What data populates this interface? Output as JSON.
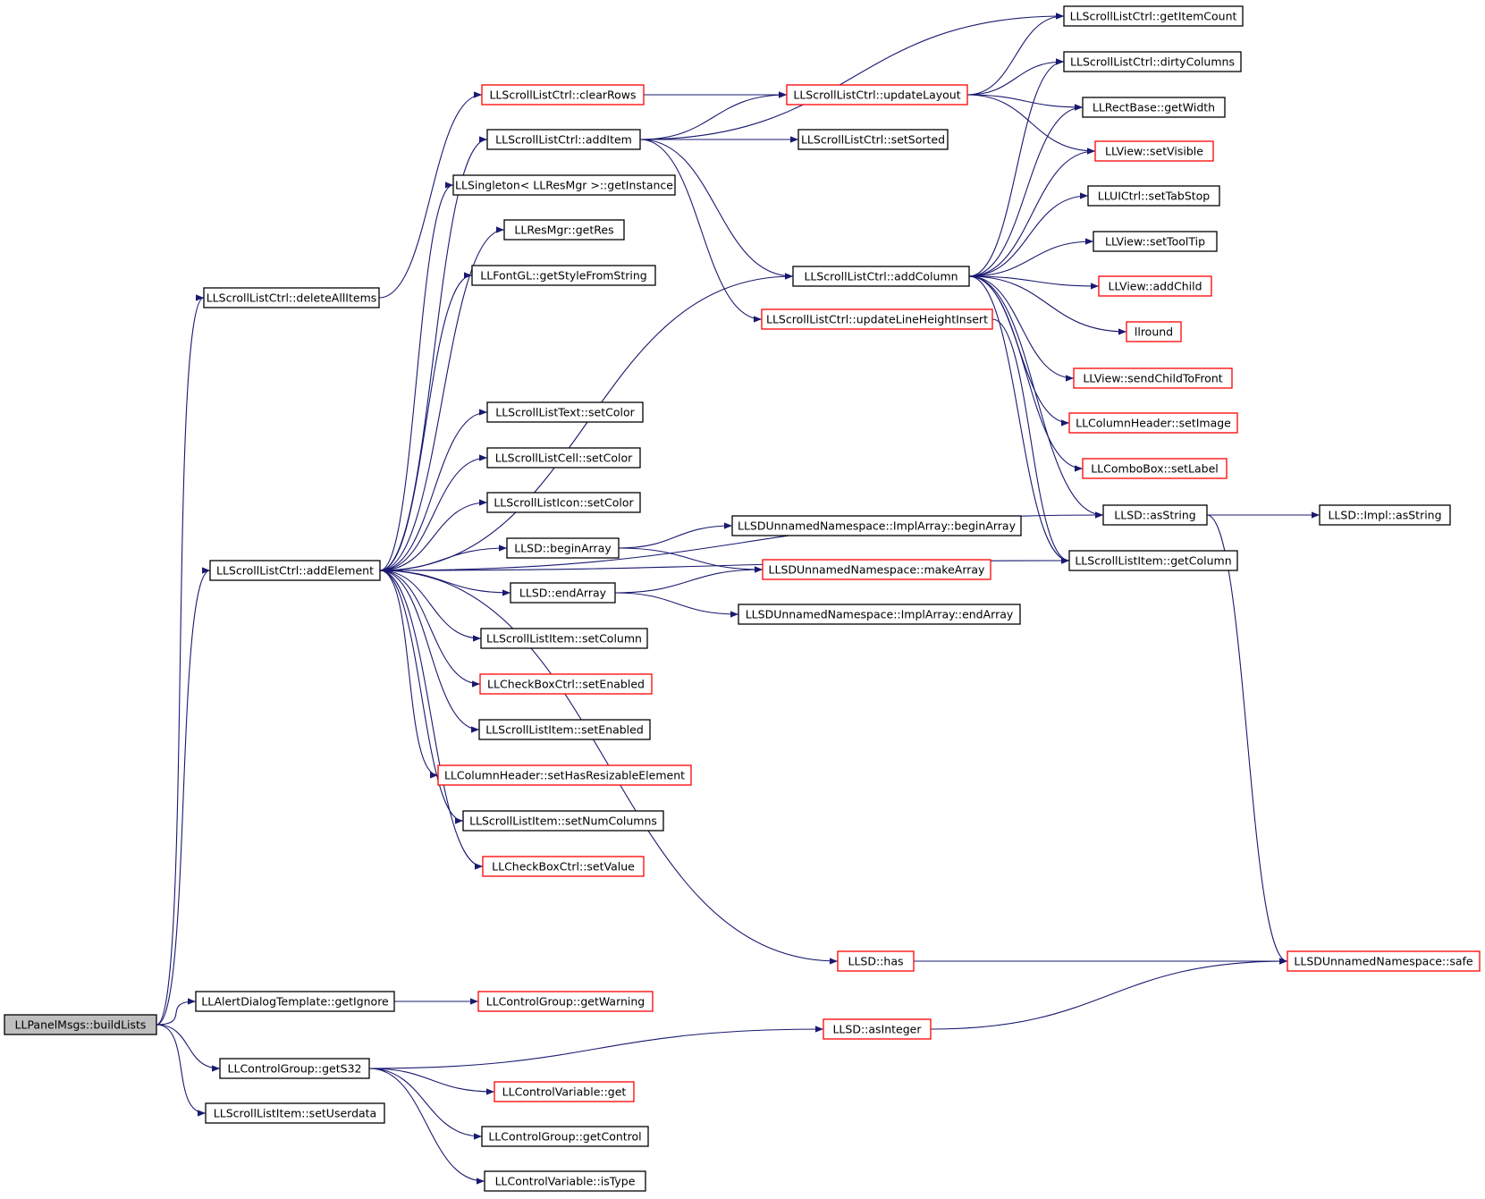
{
  "colors": {
    "edge": "#191970",
    "normal_border": "#000000",
    "truncated_border": "#ff0000",
    "root_fill": "#bfbfbf",
    "node_fill": "#ffffff"
  },
  "nodes": [
    {
      "id": "buildLists",
      "label": "LLPanelMsgs::buildLists",
      "style": "root"
    },
    {
      "id": "deleteAllItems",
      "label": "LLScrollListCtrl::deleteAllItems",
      "style": "normal"
    },
    {
      "id": "addElement",
      "label": "LLScrollListCtrl::addElement",
      "style": "normal"
    },
    {
      "id": "getIgnore",
      "label": "LLAlertDialogTemplate::getIgnore",
      "style": "normal"
    },
    {
      "id": "getS32",
      "label": "LLControlGroup::getS32",
      "style": "normal"
    },
    {
      "id": "setUserdata",
      "label": "LLScrollListItem::setUserdata",
      "style": "normal"
    },
    {
      "id": "clearRows",
      "label": "LLScrollListCtrl::clearRows",
      "style": "truncated"
    },
    {
      "id": "addItem",
      "label": "LLScrollListCtrl::addItem",
      "style": "normal"
    },
    {
      "id": "getInstance",
      "label": "LLSingleton< LLResMgr >::getInstance",
      "style": "normal"
    },
    {
      "id": "getRes",
      "label": "LLResMgr::getRes",
      "style": "normal"
    },
    {
      "id": "getStyleFromString",
      "label": "LLFontGL::getStyleFromString",
      "style": "normal"
    },
    {
      "id": "textSetColor",
      "label": "LLScrollListText::setColor",
      "style": "normal"
    },
    {
      "id": "cellSetColor",
      "label": "LLScrollListCell::setColor",
      "style": "normal"
    },
    {
      "id": "iconSetColor",
      "label": "LLScrollListIcon::setColor",
      "style": "normal"
    },
    {
      "id": "beginArray",
      "label": "LLSD::beginArray",
      "style": "normal"
    },
    {
      "id": "endArray",
      "label": "LLSD::endArray",
      "style": "normal"
    },
    {
      "id": "setColumn",
      "label": "LLScrollListItem::setColumn",
      "style": "normal"
    },
    {
      "id": "cbSetEnabled",
      "label": "LLCheckBoxCtrl::setEnabled",
      "style": "truncated"
    },
    {
      "id": "itemSetEnabled",
      "label": "LLScrollListItem::setEnabled",
      "style": "normal"
    },
    {
      "id": "setHasResizable",
      "label": "LLColumnHeader::setHasResizableElement",
      "style": "truncated"
    },
    {
      "id": "setNumColumns",
      "label": "LLScrollListItem::setNumColumns",
      "style": "normal"
    },
    {
      "id": "cbSetValue",
      "label": "LLCheckBoxCtrl::setValue",
      "style": "truncated"
    },
    {
      "id": "getWarning",
      "label": "LLControlGroup::getWarning",
      "style": "truncated"
    },
    {
      "id": "cvGet",
      "label": "LLControlVariable::get",
      "style": "truncated"
    },
    {
      "id": "getControl",
      "label": "LLControlGroup::getControl",
      "style": "normal"
    },
    {
      "id": "isType",
      "label": "LLControlVariable::isType",
      "style": "normal"
    },
    {
      "id": "updateLayout",
      "label": "LLScrollListCtrl::updateLayout",
      "style": "truncated"
    },
    {
      "id": "setSorted",
      "label": "LLScrollListCtrl::setSorted",
      "style": "normal"
    },
    {
      "id": "addColumn",
      "label": "LLScrollListCtrl::addColumn",
      "style": "normal"
    },
    {
      "id": "updateLineHeight",
      "label": "LLScrollListCtrl::updateLineHeightInsert",
      "style": "truncated"
    },
    {
      "id": "implBeginArray",
      "label": "LLSDUnnamedNamespace::ImplArray::beginArray",
      "style": "normal"
    },
    {
      "id": "makeArray",
      "label": "LLSDUnnamedNamespace::makeArray",
      "style": "truncated"
    },
    {
      "id": "implEndArray",
      "label": "LLSDUnnamedNamespace::ImplArray::endArray",
      "style": "normal"
    },
    {
      "id": "has",
      "label": "LLSD::has",
      "style": "truncated"
    },
    {
      "id": "asInteger",
      "label": "LLSD::asInteger",
      "style": "truncated"
    },
    {
      "id": "getItemCount",
      "label": "LLScrollListCtrl::getItemCount",
      "style": "normal"
    },
    {
      "id": "dirtyColumns",
      "label": "LLScrollListCtrl::dirtyColumns",
      "style": "normal"
    },
    {
      "id": "getWidth",
      "label": "LLRectBase::getWidth",
      "style": "normal"
    },
    {
      "id": "setVisible",
      "label": "LLView::setVisible",
      "style": "truncated"
    },
    {
      "id": "setTabStop",
      "label": "LLUICtrl::setTabStop",
      "style": "normal"
    },
    {
      "id": "setToolTip",
      "label": "LLView::setToolTip",
      "style": "normal"
    },
    {
      "id": "addChild",
      "label": "LLView::addChild",
      "style": "truncated"
    },
    {
      "id": "llround",
      "label": "llround",
      "style": "truncated"
    },
    {
      "id": "sendChildToFront",
      "label": "LLView::sendChildToFront",
      "style": "truncated"
    },
    {
      "id": "setImage",
      "label": "LLColumnHeader::setImage",
      "style": "truncated"
    },
    {
      "id": "setLabel",
      "label": "LLComboBox::setLabel",
      "style": "truncated"
    },
    {
      "id": "asString",
      "label": "LLSD::asString",
      "style": "normal"
    },
    {
      "id": "getColumn",
      "label": "LLScrollListItem::getColumn",
      "style": "normal"
    },
    {
      "id": "implAsString",
      "label": "LLSD::Impl::asString",
      "style": "normal"
    },
    {
      "id": "safe",
      "label": "LLSDUnnamedNamespace::safe",
      "style": "truncated"
    }
  ],
  "edges": [
    [
      "buildLists",
      "deleteAllItems"
    ],
    [
      "buildLists",
      "addElement"
    ],
    [
      "buildLists",
      "getIgnore"
    ],
    [
      "buildLists",
      "getS32"
    ],
    [
      "buildLists",
      "setUserdata"
    ],
    [
      "deleteAllItems",
      "clearRows"
    ],
    [
      "addElement",
      "addItem"
    ],
    [
      "addElement",
      "getInstance"
    ],
    [
      "addElement",
      "getRes"
    ],
    [
      "addElement",
      "getStyleFromString"
    ],
    [
      "addElement",
      "addColumn"
    ],
    [
      "addElement",
      "getColumn"
    ],
    [
      "addElement",
      "textSetColor"
    ],
    [
      "addElement",
      "cellSetColor"
    ],
    [
      "addElement",
      "iconSetColor"
    ],
    [
      "addElement",
      "beginArray"
    ],
    [
      "addElement",
      "endArray"
    ],
    [
      "addElement",
      "setColumn"
    ],
    [
      "addElement",
      "cbSetEnabled"
    ],
    [
      "addElement",
      "itemSetEnabled"
    ],
    [
      "addElement",
      "setHasResizable"
    ],
    [
      "addElement",
      "setNumColumns"
    ],
    [
      "addElement",
      "cbSetValue"
    ],
    [
      "addElement",
      "asString"
    ],
    [
      "addElement",
      "has"
    ],
    [
      "getIgnore",
      "getWarning"
    ],
    [
      "getS32",
      "asInteger"
    ],
    [
      "getS32",
      "cvGet"
    ],
    [
      "getS32",
      "getControl"
    ],
    [
      "getS32",
      "isType"
    ],
    [
      "clearRows",
      "updateLayout"
    ],
    [
      "addItem",
      "getItemCount"
    ],
    [
      "addItem",
      "updateLayout"
    ],
    [
      "addItem",
      "setSorted"
    ],
    [
      "addItem",
      "addColumn"
    ],
    [
      "addItem",
      "updateLineHeight"
    ],
    [
      "updateLayout",
      "getItemCount"
    ],
    [
      "updateLayout",
      "dirtyColumns"
    ],
    [
      "updateLayout",
      "getWidth"
    ],
    [
      "updateLayout",
      "setVisible"
    ],
    [
      "addColumn",
      "dirtyColumns"
    ],
    [
      "addColumn",
      "getWidth"
    ],
    [
      "addColumn",
      "setVisible"
    ],
    [
      "addColumn",
      "setTabStop"
    ],
    [
      "addColumn",
      "setToolTip"
    ],
    [
      "addColumn",
      "addChild"
    ],
    [
      "addColumn",
      "llround"
    ],
    [
      "addColumn",
      "sendChildToFront"
    ],
    [
      "addColumn",
      "setImage"
    ],
    [
      "addColumn",
      "setLabel"
    ],
    [
      "addColumn",
      "asString"
    ],
    [
      "addColumn",
      "getColumn"
    ],
    [
      "updateLineHeight",
      "getColumn"
    ],
    [
      "beginArray",
      "implBeginArray"
    ],
    [
      "beginArray",
      "makeArray"
    ],
    [
      "endArray",
      "makeArray"
    ],
    [
      "endArray",
      "implEndArray"
    ],
    [
      "has",
      "safe"
    ],
    [
      "asInteger",
      "safe"
    ],
    [
      "asString",
      "implAsString"
    ],
    [
      "asString",
      "safe"
    ]
  ]
}
